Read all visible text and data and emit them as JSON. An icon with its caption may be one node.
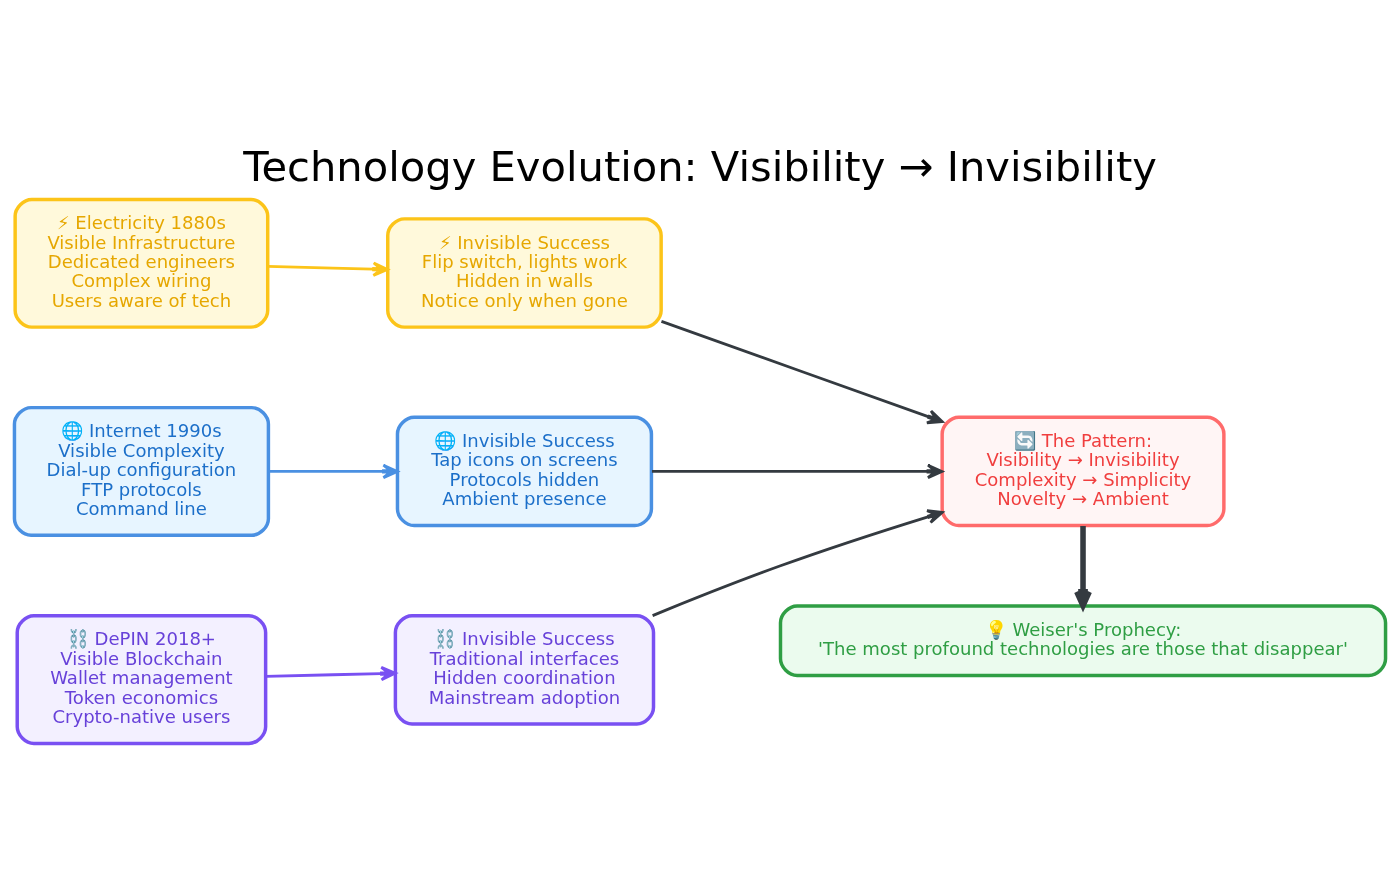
{
  "diagram": {
    "title": "Technology Evolution: Visibility → Invisibility",
    "nodes": [
      {
        "text": [
          "⚡ Electricity 1880s",
          "Visible Infrastructure",
          "Dedicated engineers",
          "Complex wiring",
          "Users aware of tech"
        ]
      },
      {
        "text": [
          "⚡ Invisible Success",
          "Flip switch, lights work",
          "Hidden in walls",
          "Notice only when gone"
        ]
      },
      {
        "text": [
          "🌐 Internet 1990s",
          "Visible Complexity",
          "Dial-up configuration",
          "FTP protocols",
          "Command line"
        ]
      },
      {
        "text": [
          "🌐 Invisible Success",
          "Tap icons on screens",
          "Protocols hidden",
          "Ambient presence"
        ]
      },
      {
        "text": [
          "⛓️ DePIN 2018+",
          "Visible Blockchain",
          "Wallet management",
          "Token economics",
          "Crypto-native users"
        ]
      },
      {
        "text": [
          "⛓️ Invisible Success",
          "Traditional interfaces",
          "Hidden coordination",
          "Mainstream adoption"
        ]
      },
      {
        "text": [
          "🔄 The Pattern:",
          "Visibility → Invisibility",
          "Complexity → Simplicity",
          "Novelty → Ambient"
        ]
      },
      {
        "text": [
          "💡 Weiser's Prophecy:",
          "'The most profound technologies are those that disappear'"
        ]
      }
    ],
    "edges": [
      {
        "from": 0,
        "to": 1,
        "arrow": "to",
        "color": "#fcc419"
      },
      {
        "from": 2,
        "to": 3,
        "arrow": "to",
        "color": "#4a90e2"
      },
      {
        "from": 4,
        "to": 5,
        "arrow": "to",
        "color": "#7950f2"
      },
      {
        "from": 1,
        "to": 6,
        "arrow": "to"
      },
      {
        "from": 3,
        "to": 6,
        "arrow": "to"
      },
      {
        "from": 5,
        "to": 6,
        "arrow": "to"
      },
      {
        "from": 6,
        "to": 7,
        "arrow": "to",
        "style": "thick"
      }
    ]
  }
}
